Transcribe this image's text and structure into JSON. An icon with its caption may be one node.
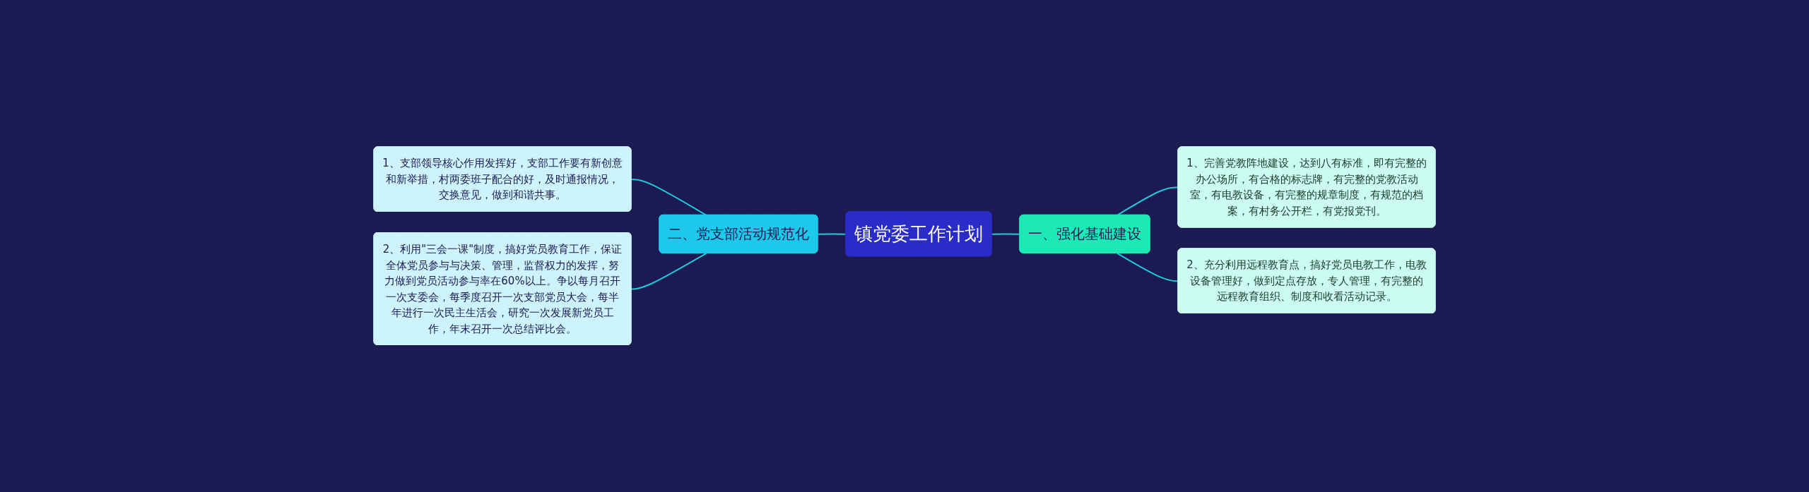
{
  "diagram": {
    "nodes": [
      {
        "text": [
          "镇党委工作计划"
        ]
      },
      {
        "text": [
          "一、强化基础建设"
        ]
      },
      {
        "text": [
          "1、完善党教阵地建设，达到八有标准，即有完整的办公场所，有合格的标志牌，有完整的党教活动室，有电教设备，有完整的规章制度，有规范的档案，有村务公开栏，有党报党刊。"
        ]
      },
      {
        "text": [
          "2、充分利用远程教育点，搞好党员电教工作，电教设备管理好，做到定点存放，专人管理，有完整的远程教育组织、制度和收看活动记录。"
        ]
      },
      {
        "text": [
          "二、党支部活动规范化"
        ]
      },
      {
        "text": [
          "1、支部领导核心作用发挥好，支部工作要有新创意和新举措，村两委班子配合的好，及时通报情况，交换意见，做到和谐共事。"
        ]
      },
      {
        "text": [
          "2、利用\"三会一课\"制度，搞好党员教育工作，保证全体党员参与与决策、管理，监督权力的发挥，努力做到党员活动参与率在60%以上。争以每月召开一次支委会，每季度召开一次支部党员大会，每半年进行一次民主生活会，研究一次发展新党员工作，年末召开一次总结评比会。"
        ]
      }
    ],
    "edges": [
      {
        "from": 0,
        "to": 1,
        "arrow": "none"
      },
      {
        "from": 1,
        "to": 2,
        "arrow": "none"
      },
      {
        "from": 1,
        "to": 3,
        "arrow": "none"
      },
      {
        "from": 4,
        "to": 0,
        "arrow": "none"
      },
      {
        "from": 5,
        "to": 4,
        "arrow": "none"
      },
      {
        "from": 6,
        "to": 4,
        "arrow": "none"
      }
    ]
  }
}
